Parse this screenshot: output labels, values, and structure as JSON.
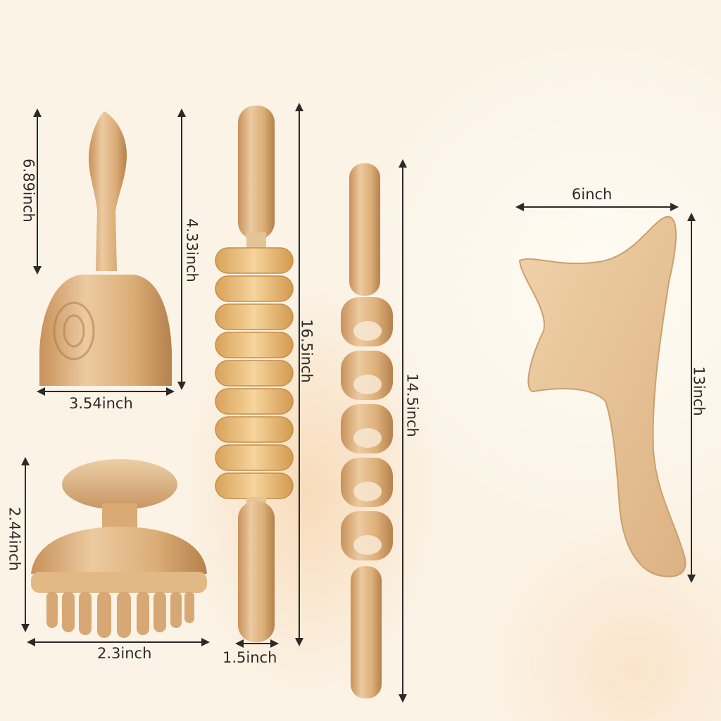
{
  "dimensions": {
    "cup_height": "6.89inch",
    "cup_body_height": "4.33inch",
    "cup_width": "3.54inch",
    "mushroom_height": "2.44inch",
    "mushroom_width": "2.3inch",
    "roller_length": "16.5inch",
    "roller_width": "1.5inch",
    "ball_roller_length": "14.5inch",
    "board_width": "6inch",
    "board_height": "13inch"
  },
  "colors": {
    "background": "#fbf3e6",
    "wood_light": "#e9c69a",
    "wood_mid": "#d9aa74",
    "wood_dark": "#b98650",
    "line": "#2c2a28"
  }
}
